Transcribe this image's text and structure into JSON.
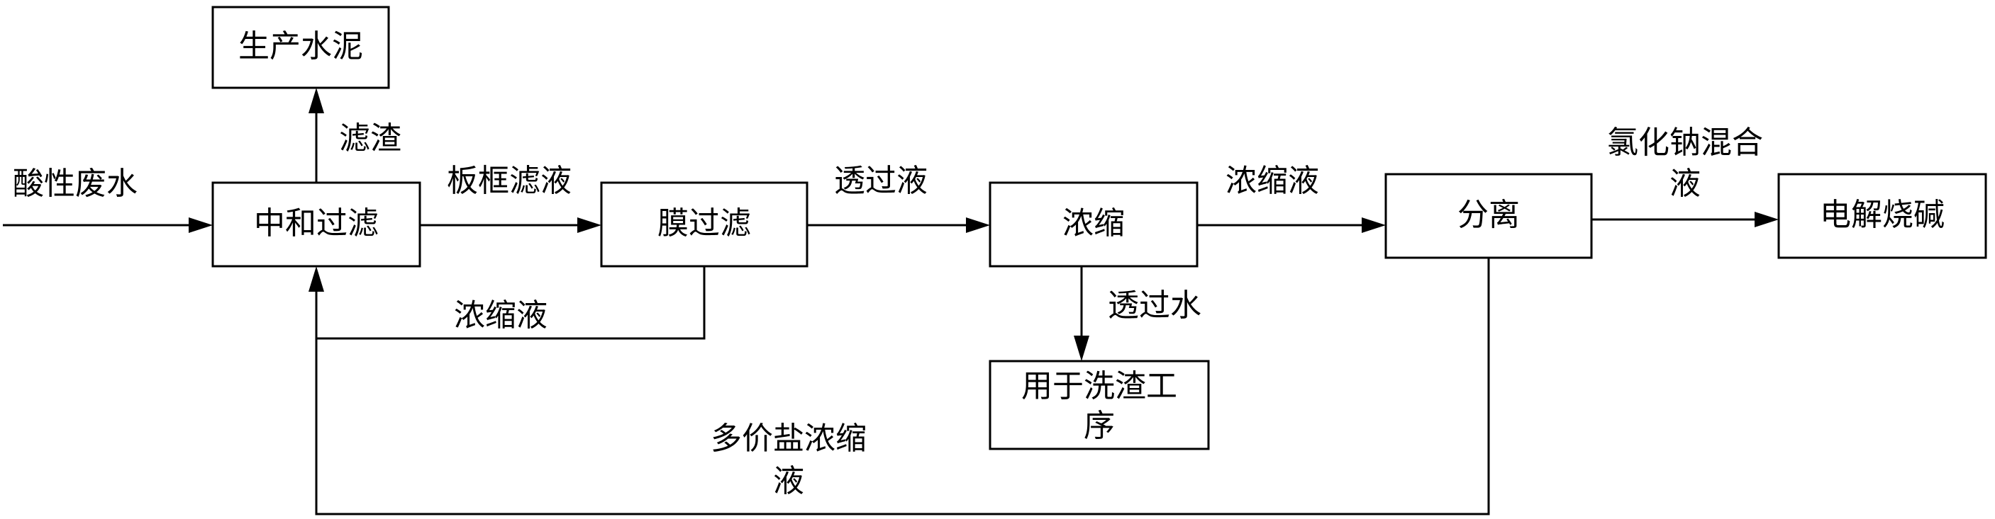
{
  "nodes": {
    "cement": {
      "label": "生产水泥"
    },
    "neutralize": {
      "label": "中和过滤"
    },
    "membrane": {
      "label": "膜过滤"
    },
    "concentrate": {
      "label": "浓缩"
    },
    "separate": {
      "label": "分离"
    },
    "electrolysis": {
      "label": "电解烧碱"
    },
    "wash": {
      "label_line1": "用于洗渣工",
      "label_line2": "序"
    }
  },
  "edges": {
    "acid_input": {
      "label": "酸性废水"
    },
    "residue": {
      "label": "滤渣"
    },
    "filtrate": {
      "label": "板框滤液"
    },
    "permeate": {
      "label": "透过液"
    },
    "concentrate_out": {
      "label": "浓缩液"
    },
    "nacl_mix": {
      "label_line1": "氯化钠混合",
      "label_line2": "液"
    },
    "membrane_return": {
      "label": "浓缩液"
    },
    "permeate_water": {
      "label": "透过水"
    },
    "polyvalent_return": {
      "label_line1": "多价盐浓缩",
      "label_line2": "液"
    }
  }
}
